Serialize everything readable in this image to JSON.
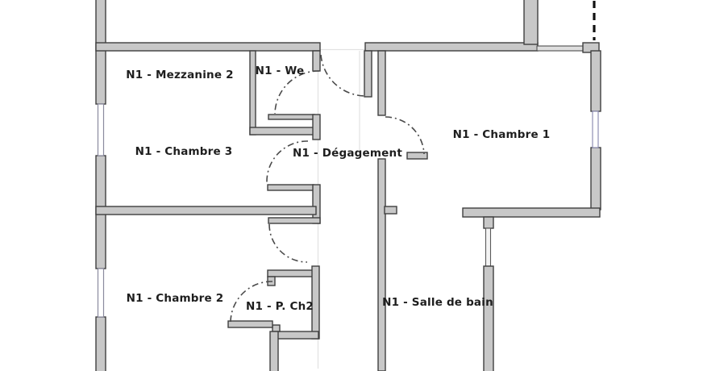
{
  "rooms": [
    {
      "id": "mezzanine-2",
      "label": "N1 - Mezzanine 2"
    },
    {
      "id": "we",
      "label": "N1 - We"
    },
    {
      "id": "chambre-3",
      "label": "N1 - Chambre 3"
    },
    {
      "id": "degagement",
      "label": "N1 - Dégagement"
    },
    {
      "id": "chambre-1",
      "label": "N1 - Chambre 1"
    },
    {
      "id": "chambre-2",
      "label": "N1 - Chambre 2"
    },
    {
      "id": "petit-chambre-2",
      "label": "N1 - P. Ch2"
    },
    {
      "id": "salle-de-bain",
      "label": "N1 - Salle de bain"
    }
  ],
  "colors": {
    "background": "#ffffff",
    "wall_fill": "#c8c8c8",
    "wall_outline": "#3f3f3f",
    "window_glass": "#8a8a9e",
    "window_glass_blue": "#8f8fb5",
    "door_arc": "#4a4a4a",
    "label_text": "#1e1e1e"
  }
}
